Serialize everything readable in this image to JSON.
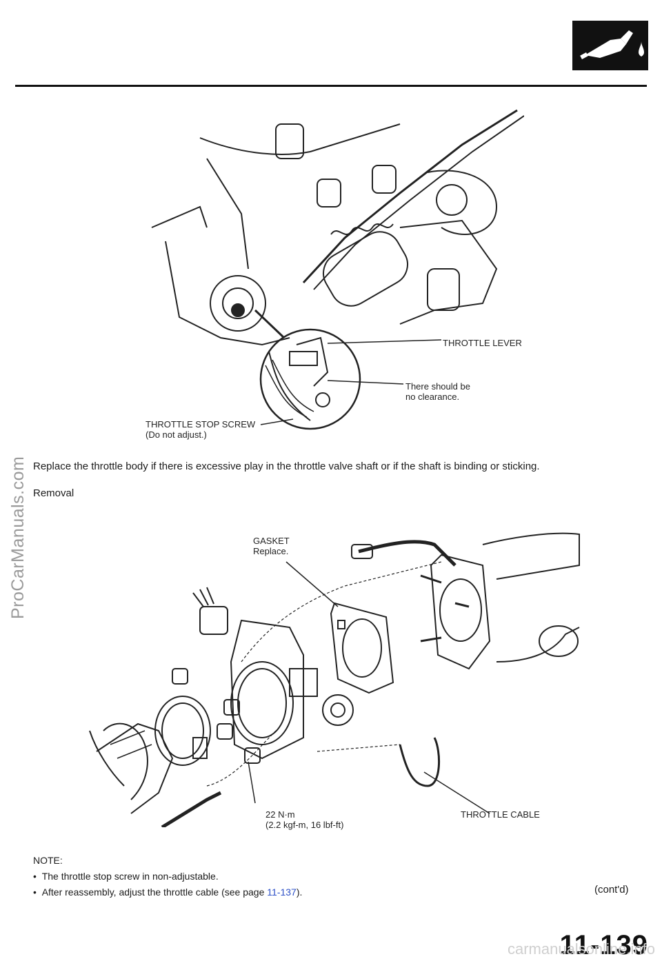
{
  "watermarks": {
    "side": "ProCarManuals.com",
    "footer": "carmanualsonline.info"
  },
  "header_icon": "fuel-nozzle-icon",
  "diagram1": {
    "labels": {
      "throttle_lever": "THROTTLE LEVER",
      "clearance_line1": "There should be",
      "clearance_line2": "no clearance.",
      "stop_screw_line1": "THROTTLE STOP SCREW",
      "stop_screw_line2": "(Do not adjust.)"
    }
  },
  "paragraph": "Replace the throttle body if there is excessive play in the throttle valve shaft or if the shaft is binding or sticking.",
  "section_heading": "Removal",
  "diagram2": {
    "labels": {
      "gasket_line1": "GASKET",
      "gasket_line2": "Replace.",
      "torque_line1": "22 N·m",
      "torque_line2": "(2.2 kgf-m, 16 lbf-ft)",
      "throttle_cable": "THROTTLE CABLE"
    }
  },
  "notes": {
    "title": "NOTE:",
    "items": [
      {
        "text": "The throttle stop screw in non-adjustable.",
        "link": ""
      },
      {
        "text": "After reassembly, adjust the throttle cable (see page ",
        "link": "11-137",
        "suffix": ")."
      }
    ]
  },
  "contd": "(cont'd)",
  "page_number": "11-139"
}
